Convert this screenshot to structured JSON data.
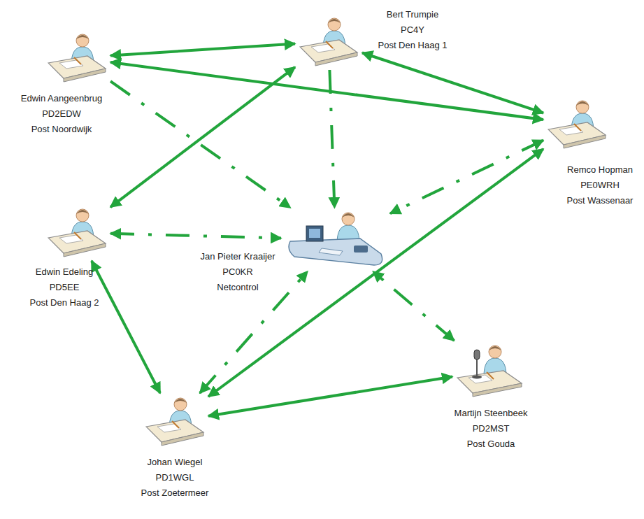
{
  "diagram": {
    "nodes": [
      {
        "text": [
          "Edwin Aangeenbrug",
          "PD2EDW",
          "Post Noordwijk"
        ]
      },
      {
        "text": [
          "Bert Trumpie",
          "PC4Y",
          "Post Den Haag 1"
        ]
      },
      {
        "text": [
          "Remco Hopman",
          "PE0WRH",
          "Post Wassenaar"
        ]
      },
      {
        "text": [
          "Edwin Edeling",
          "PD5EE",
          "Post Den Haag 2"
        ]
      },
      {
        "text": [
          "Jan Pieter Kraaijer",
          "PC0KR",
          "Netcontrol"
        ]
      },
      {
        "text": [
          "Johan Wiegel",
          "PD1WGL",
          "Post Zoetermeer"
        ]
      },
      {
        "text": [
          "Martijn Steenbeek",
          "PD2MST",
          "Post Gouda"
        ]
      }
    ],
    "edges": [
      {
        "from": 0,
        "to": 1,
        "arrow": "both"
      },
      {
        "from": 0,
        "to": 2,
        "arrow": "both"
      },
      {
        "from": 1,
        "to": 2,
        "arrow": "both"
      },
      {
        "from": 1,
        "to": 3,
        "arrow": "both"
      },
      {
        "from": 3,
        "to": 5,
        "arrow": "both"
      },
      {
        "from": 5,
        "to": 2,
        "arrow": "both"
      },
      {
        "from": 5,
        "to": 6,
        "arrow": "both"
      },
      {
        "from": 0,
        "to": 4,
        "arrow": "to"
      },
      {
        "from": 1,
        "to": 4,
        "arrow": "to"
      },
      {
        "from": 2,
        "to": 4,
        "arrow": "both"
      },
      {
        "from": 3,
        "to": 4,
        "arrow": "both"
      },
      {
        "from": 5,
        "to": 4,
        "arrow": "both"
      },
      {
        "from": 6,
        "to": 4,
        "arrow": "both"
      }
    ]
  }
}
